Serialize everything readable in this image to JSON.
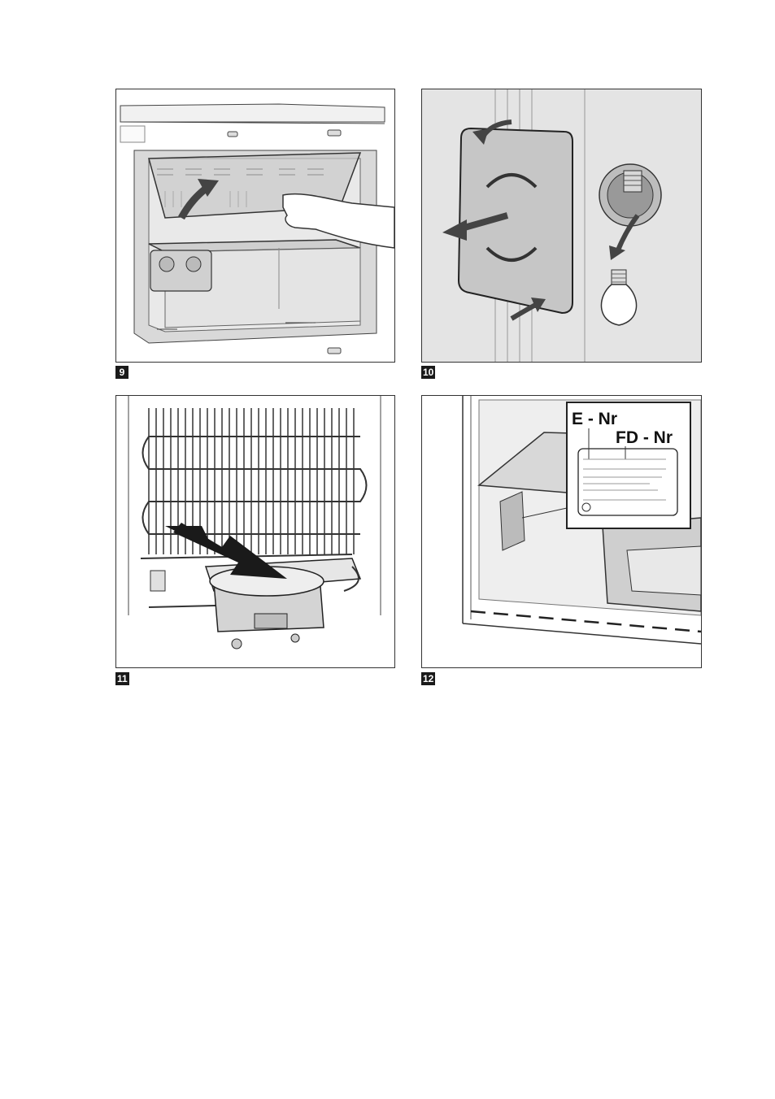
{
  "figures": [
    {
      "number": "9"
    },
    {
      "number": "10"
    },
    {
      "number": "11"
    },
    {
      "number": "12",
      "label_left": "E - Nr",
      "label_right": "FD - Nr"
    }
  ]
}
